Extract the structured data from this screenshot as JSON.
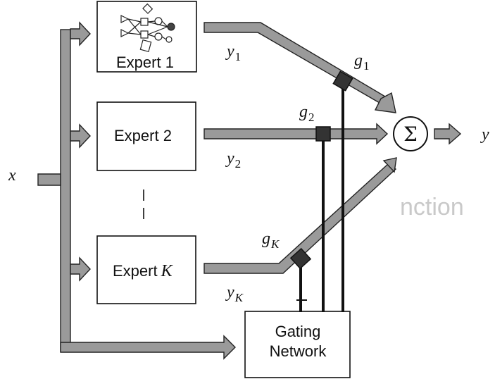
{
  "experts": [
    {
      "label": "Expert 1"
    },
    {
      "label": "Expert 2"
    },
    {
      "label_prefix": "Expert",
      "label_var": "K"
    }
  ],
  "gating": {
    "line1": "Gating",
    "line2": "Network"
  },
  "outputs": {
    "y1": {
      "base": "y",
      "sub": "1"
    },
    "y2": {
      "base": "y",
      "sub": "2"
    },
    "yK": {
      "base": "y",
      "sub": "K"
    }
  },
  "gates": {
    "g1": {
      "base": "g",
      "sub": "1"
    },
    "g2": {
      "base": "g",
      "sub": "2"
    },
    "gK": {
      "base": "g",
      "sub": "K"
    }
  },
  "input": {
    "label": "x"
  },
  "output": {
    "label": "y"
  },
  "sum_symbol": "Σ",
  "background_text": "nction",
  "colors": {
    "arrow_fill": "#9a9a9a",
    "arrow_stroke": "#222222",
    "gate_fill": "#333333"
  }
}
